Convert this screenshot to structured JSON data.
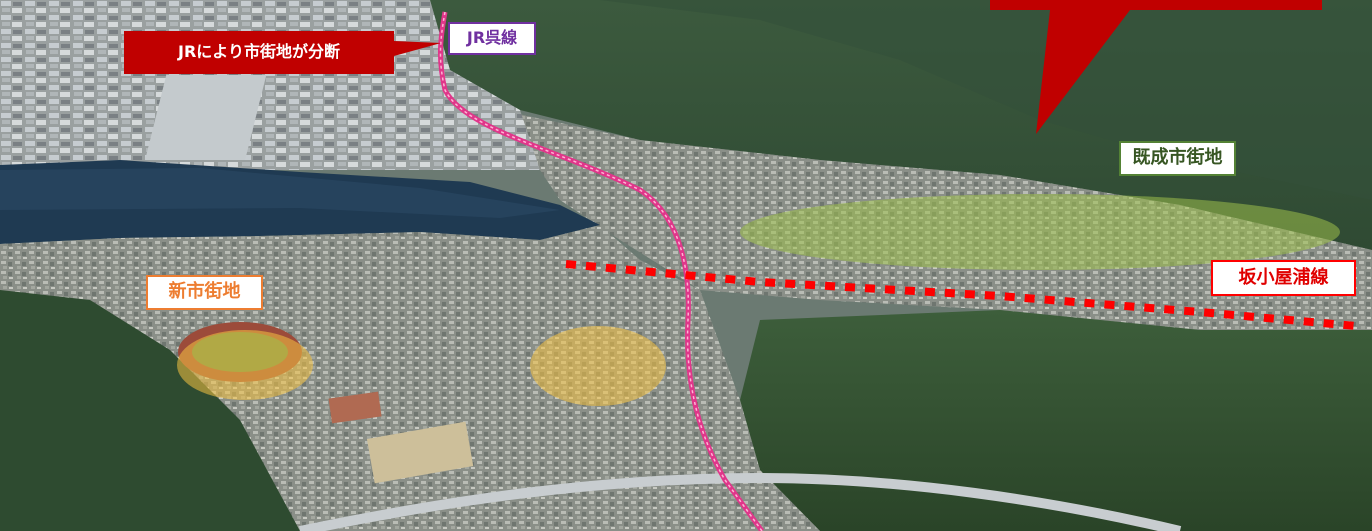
{
  "labels": {
    "jr_line": "JR呉線",
    "jr_split": "JRにより市街地が分断",
    "new_urban": "新市街地",
    "existing_urban": "既成市街地",
    "sakakoyaura_line": "坂小屋浦線"
  },
  "colors": {
    "jr_line": "#e0368a",
    "jr_split_bg": "#c00000",
    "new_urban": "#ed7d31",
    "existing_urban": "#548235",
    "sakakoyaura_line": "#ff0000",
    "jr_label_border": "#7030a0"
  }
}
